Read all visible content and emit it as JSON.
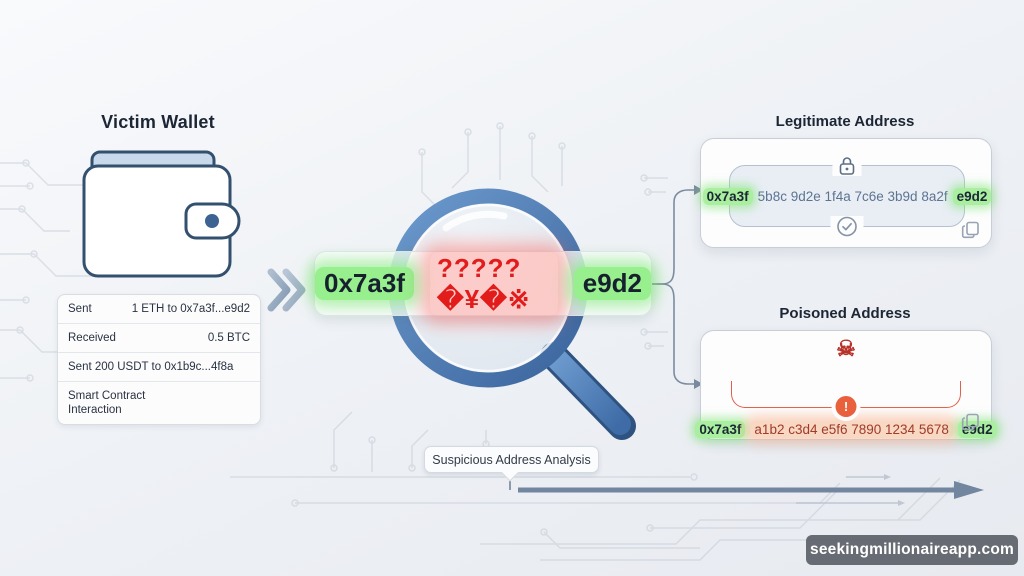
{
  "victim_wallet": {
    "title": "Victim Wallet",
    "transactions": [
      {
        "label": "Sent",
        "value": "1 ETH to 0x7a3f...e9d2"
      },
      {
        "label": "Received",
        "value": "0.5 BTC"
      },
      {
        "label": "Sent 200 USDT to 0x1b9c...4f8a",
        "value": ""
      },
      {
        "label": "Smart Contract Interaction",
        "value": ""
      }
    ]
  },
  "scanner": {
    "address_prefix": "0x7a3f",
    "address_masked": "?????�¥�※",
    "address_suffix": "e9d2",
    "tooltip": "Suspicious Address Analysis"
  },
  "legitimate_card": {
    "title": "Legitimate Address",
    "address_prefix": "0x7a3f",
    "address_middle": "5b8c 9d2e 1f4a 7c6e 3b9d 8a2f",
    "address_suffix": "e9d2"
  },
  "poisoned_card": {
    "title": "Poisoned Address",
    "address_prefix": "0x7a3f",
    "address_middle": "a1b2 c3d4 e5f6 7890 1234 5678",
    "address_suffix": "e9d2"
  },
  "icons": {
    "skull_glyph": "☠",
    "alert_glyph": "!"
  },
  "watermark": {
    "text": "seekingmillionaireapp.com"
  },
  "colors": {
    "highlight_green": "#97ef8e",
    "alert_red": "#e21b1b",
    "poison_orange": "#e8603c",
    "accent_blue": "#4f7fb8",
    "timeline_gray_blue": "#72879f"
  }
}
